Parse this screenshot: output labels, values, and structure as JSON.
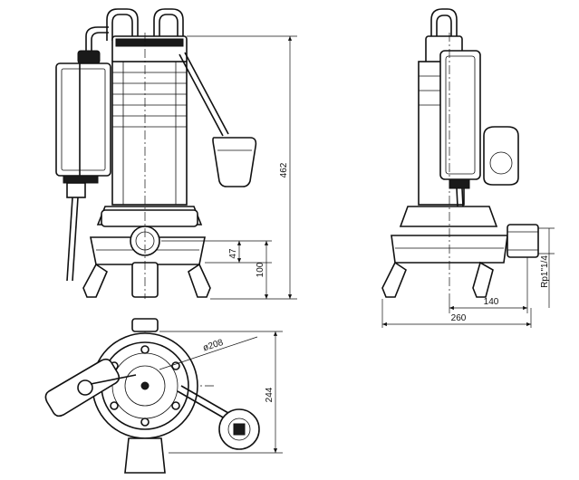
{
  "dimensions": {
    "height_total": "462",
    "outlet_height": "47",
    "inlet_height": "100",
    "side_offset": "140",
    "total_width": "260",
    "thread": "Rp1\"1/4",
    "bowl_diameter": "ø208",
    "top_depth": "244"
  }
}
